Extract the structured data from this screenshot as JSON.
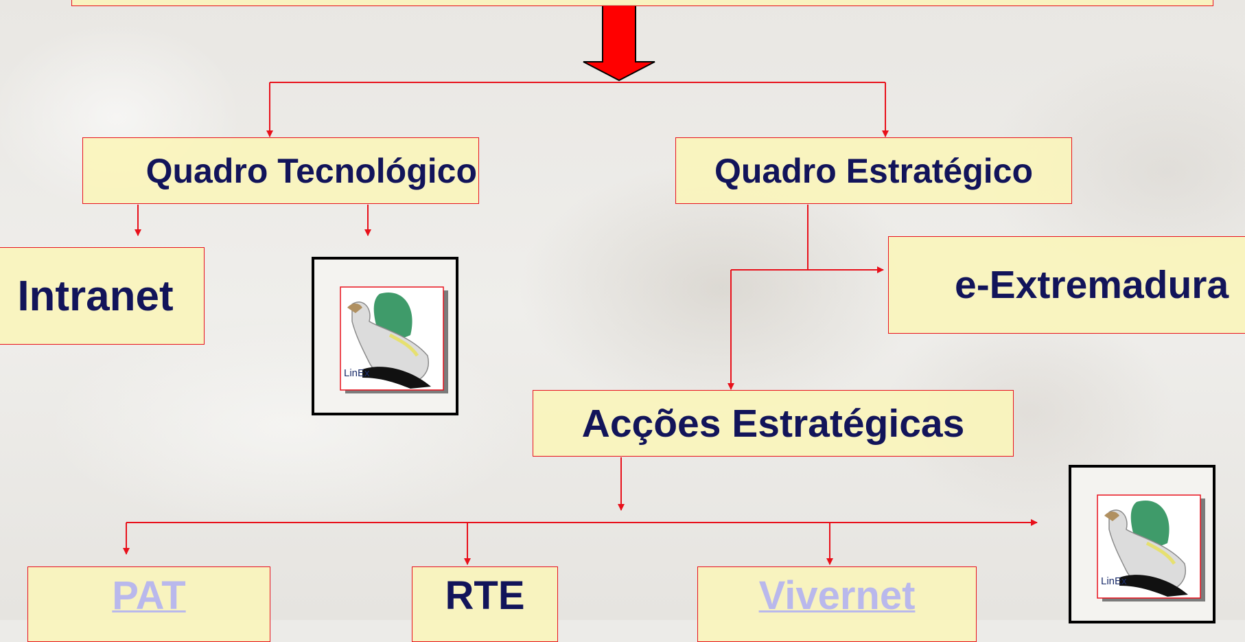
{
  "nodes": {
    "quadro_tecnologico": "Quadro Tecnológico",
    "quadro_estrategico": "Quadro Estratégico",
    "intranet": "Intranet",
    "e_extremadura": "e-Extremadura",
    "accoes_estrategicas": "Acções Estratégicas",
    "pat": "PAT",
    "rte": "RTE",
    "vivernet": "Vivernet"
  },
  "logo": {
    "text": "LinEx"
  },
  "colors": {
    "box_fill": "#faf5b9",
    "box_border": "#e8101a",
    "text": "#12145a",
    "link_text": "#b9b8ec",
    "arrow": "#ff0000"
  }
}
